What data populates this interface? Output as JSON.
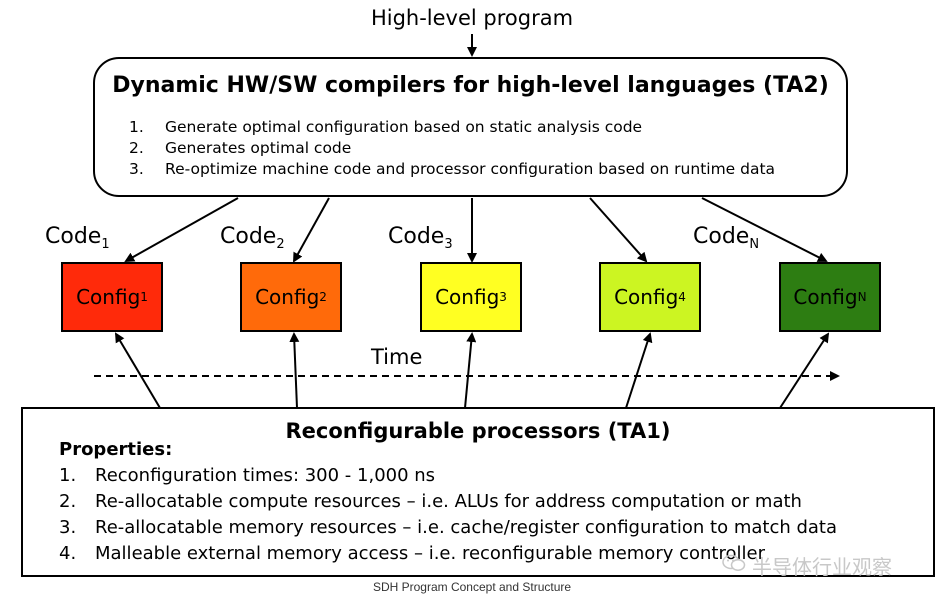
{
  "header": {
    "input_label": "High-level program"
  },
  "compiler": {
    "title": "Dynamic HW/SW compilers for high-level languages (TA2)",
    "items": [
      {
        "num": "1.",
        "text": "Generate optimal configuration based on static analysis code"
      },
      {
        "num": "2.",
        "text": "Generates optimal code"
      },
      {
        "num": "3.",
        "text": "Re-optimize machine code and processor configuration based on runtime data"
      }
    ]
  },
  "codes": [
    {
      "base": "Code",
      "sub": "1"
    },
    {
      "base": "Code",
      "sub": "2"
    },
    {
      "base": "Code",
      "sub": "3"
    },
    {
      "base": "Code",
      "sub": "N"
    }
  ],
  "configs": [
    {
      "base": "Config",
      "sub": "1",
      "color": "#ff2a0a"
    },
    {
      "base": "Config",
      "sub": "2",
      "color": "#ff6a0a"
    },
    {
      "base": "Config",
      "sub": "3",
      "color": "#ffff22"
    },
    {
      "base": "Config",
      "sub": "4",
      "color": "#ccf522"
    },
    {
      "base": "Config",
      "sub": "N",
      "color": "#2d7d12"
    }
  ],
  "timeline": {
    "label": "Time"
  },
  "processor": {
    "title": "Reconfigurable processors (TA1)",
    "properties_label": "Properties:",
    "items": [
      {
        "num": "1.",
        "text": "Reconfiguration times:  300 - 1,000 ns"
      },
      {
        "num": "2.",
        "text": "Re-allocatable compute resources – i.e. ALUs for address computation or math"
      },
      {
        "num": "3.",
        "text": "Re-allocatable memory resources – i.e. cache/register configuration to match data"
      },
      {
        "num": "4.",
        "text": "Malleable external memory access – i.e. reconfigurable memory controller"
      }
    ]
  },
  "caption": "SDH Program Concept and Structure",
  "watermark": {
    "text": "半导体行业观察",
    "icon": "wechat-icon"
  }
}
